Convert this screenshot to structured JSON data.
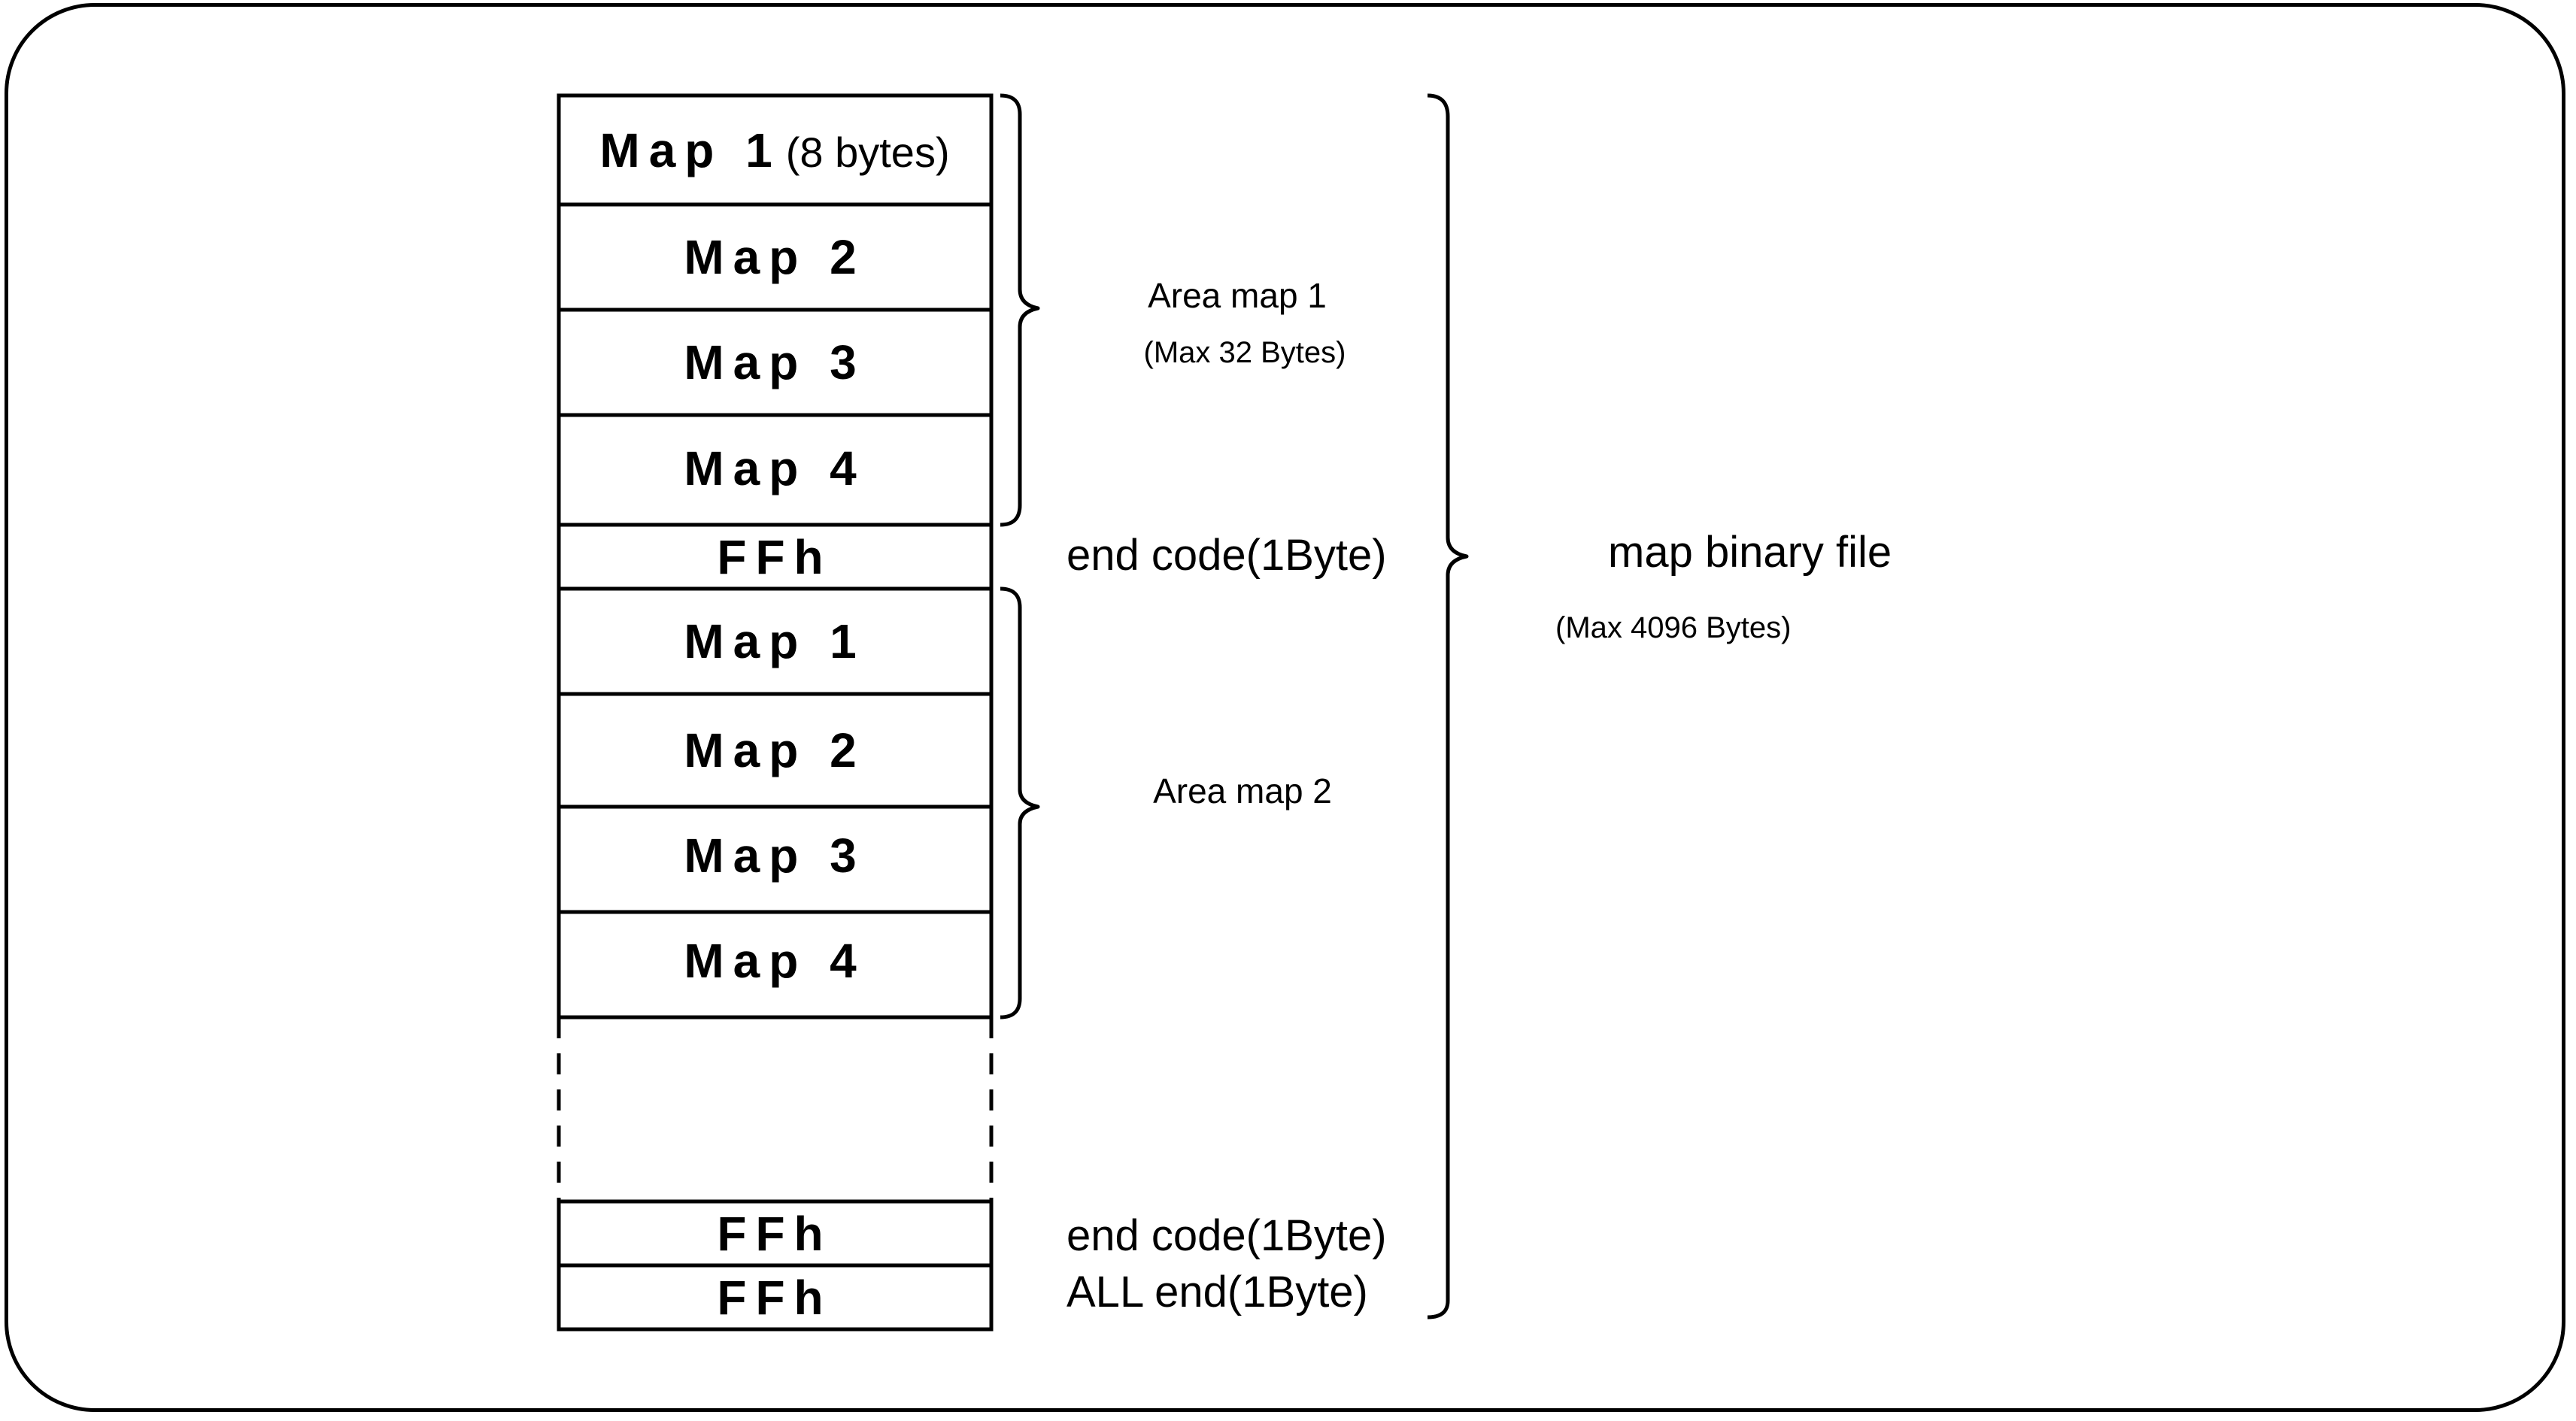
{
  "cells": [
    {
      "label": "Map 1",
      "sub": "(8 bytes)"
    },
    {
      "label": "Map 2"
    },
    {
      "label": "Map 3"
    },
    {
      "label": "Map 4"
    },
    {
      "label": "FFh"
    },
    {
      "label": "Map 1"
    },
    {
      "label": "Map 2"
    },
    {
      "label": "Map 3"
    },
    {
      "label": "Map 4"
    },
    {
      "label": ""
    },
    {
      "label": "FFh"
    },
    {
      "label": "FFh"
    }
  ],
  "annotations": {
    "area1": {
      "title": "Area map 1",
      "sub": "(Max 32 Bytes)"
    },
    "end_code_1": "end code(1Byte)",
    "area2": {
      "title": "Area map 2"
    },
    "end_code_2": "end code(1Byte)",
    "all_end": "ALL end(1Byte)",
    "file": {
      "title": "map binary file",
      "sub": "(Max 4096 Bytes)"
    }
  }
}
